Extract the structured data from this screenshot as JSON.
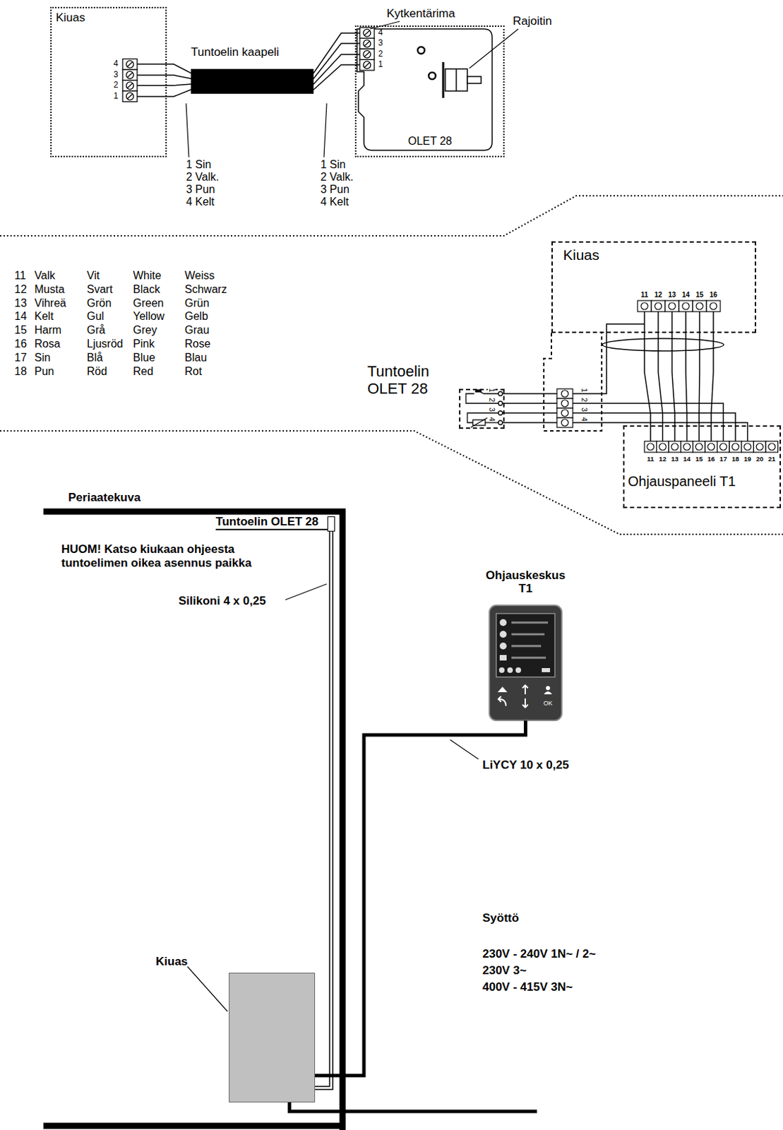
{
  "diagram": {
    "nodes": [
      {
        "text": [
          "Kiuas"
        ]
      },
      {
        "text": [
          "OLET 28"
        ]
      },
      {
        "text": [
          "Kiuas"
        ]
      },
      {
        "text": [
          "Tuntoelin OLET 28"
        ]
      },
      {
        "text": [
          "Ohjauspaneeli T1"
        ]
      },
      {
        "text": [
          "Tuntoelin OLET 28"
        ]
      },
      {
        "text": [
          "Ohjauskeskus T1"
        ]
      },
      {
        "text": [
          "Kiuas"
        ]
      }
    ],
    "edges": [
      {
        "from": 0,
        "to": 1,
        "arrow": "none"
      },
      {
        "from": 5,
        "to": 7,
        "arrow": "none"
      },
      {
        "from": 6,
        "to": 7,
        "arrow": "none"
      }
    ],
    "labels": [
      "Kytkentärima",
      "Rajoitin",
      "Tuntoelin kaapeli",
      "4",
      "3",
      "2",
      "1",
      "4",
      "3",
      "2",
      "1",
      "1 Sin",
      "2 Valk.",
      "3 Pun",
      "4 Kelt",
      "1 Sin",
      "2 Valk.",
      "3 Pun",
      "4 Kelt",
      "11",
      "Valk",
      "Vit",
      "White",
      "Weiss",
      "12",
      "Musta",
      "Svart",
      "Black",
      "Schwarz",
      "13",
      "Vihreä",
      "Grön",
      "Green",
      "Grün",
      "14",
      "Kelt",
      "Gul",
      "Yellow",
      "Gelb",
      "15",
      "Harm",
      "Grå",
      "Grey",
      "Grau",
      "16",
      "Rosa",
      "Ljusröd",
      "Pink",
      "Rose",
      "17",
      "Sin",
      "Blå",
      "Blue",
      "Blau",
      "18",
      "Pun",
      "Röd",
      "Red",
      "Rot",
      "11",
      "12",
      "13",
      "14",
      "15",
      "16",
      "1",
      "2",
      "3",
      "4",
      "1",
      "2",
      "3",
      "4",
      "11",
      "12",
      "13",
      "14",
      "15",
      "16",
      "17",
      "18",
      "19",
      "20",
      "21",
      "Periaatekuva",
      "HUOM! Katso kiukaan ohjeesta tuntoelimen oikea asennus paikka",
      "Silikoni 4 x 0,25",
      "OK",
      "LiYCY 10 x 0,25",
      "Syöttö",
      "230V - 240V 1N~ / 2~",
      "230V 3~",
      "400V - 415V 3N~"
    ]
  }
}
